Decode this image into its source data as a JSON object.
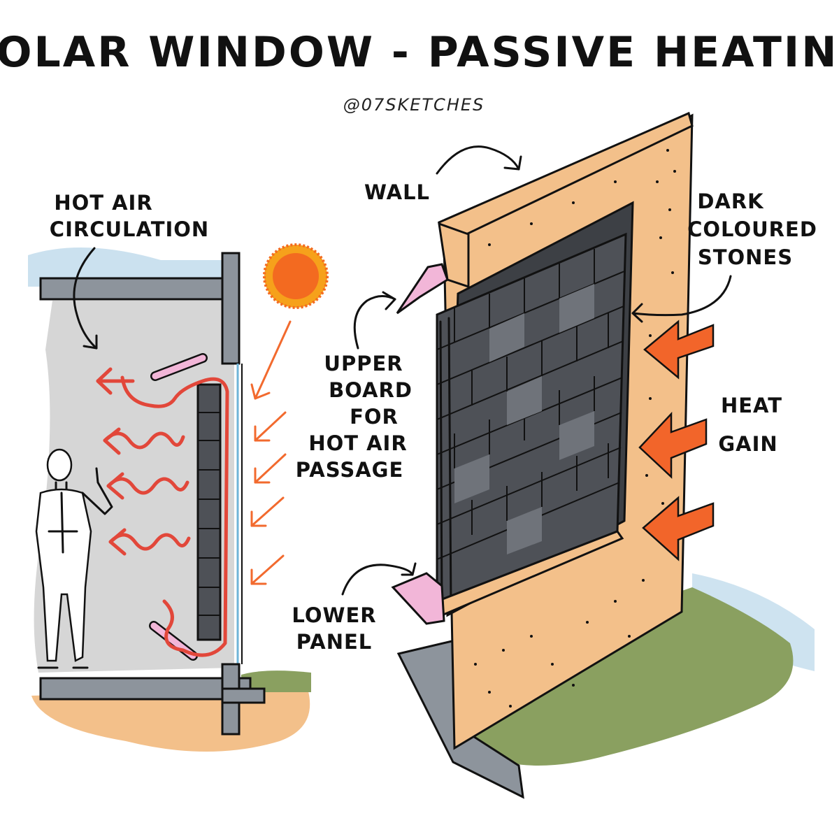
{
  "title": "SOLAR WINDOW - PASSIVE HEATING",
  "credit": "@07SKETCHES",
  "labels": {
    "hot_air_1": "HOT AIR",
    "hot_air_2": "CIRCULATION",
    "wall": "WALL",
    "dark_1": "DARK",
    "dark_2": "COLOURED",
    "dark_3": "STONES",
    "upper_1": "UPPER",
    "upper_2": "BOARD",
    "upper_3": "FOR",
    "upper_4": "HOT AIR",
    "upper_5": "PASSAGE",
    "heat_1": "HEAT",
    "heat_2": "GAIN",
    "lower_1": "LOWER",
    "lower_2": "PANEL"
  },
  "colors": {
    "wall_tan": "#f3c08a",
    "stone_dark": "#4e5157",
    "stone_light": "#6f737a",
    "board_pink": "#f2b6d8",
    "sun_orange": "#f36a20",
    "heat_arrow": "#f2652a",
    "air_red": "#e2473a",
    "grass_green": "#8aa060",
    "sky_blue": "#b9d7ea",
    "interior_grey": "#d6d6d6",
    "foundation_grey": "#8d949c"
  },
  "icons": [
    "sun-icon",
    "person-icon",
    "heat-arrow-icon"
  ]
}
